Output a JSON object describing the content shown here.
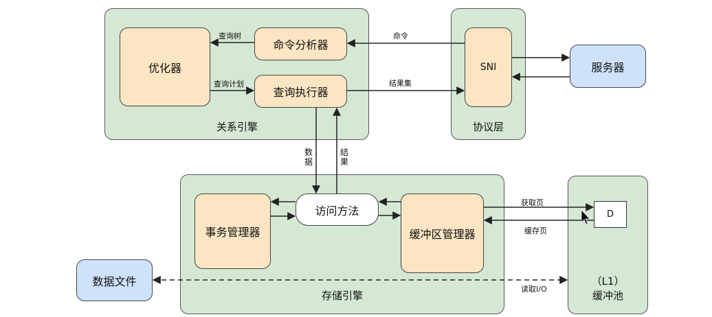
{
  "panels": {
    "relational_engine": "关系引擎",
    "protocol_layer": "协议层",
    "storage_engine": "存储引擎",
    "buffer_pool_id": "（L1）",
    "buffer_pool": "缓冲池"
  },
  "nodes": {
    "optimizer": "优化器",
    "command_parser": "命令分析器",
    "query_executor": "查询执行器",
    "sni": "SNI",
    "server": "服务器",
    "access_methods": "访问方法",
    "transaction_manager": "事务管理器",
    "buffer_manager": "缓冲区管理器",
    "data_file": "数据文件",
    "page_d": "D"
  },
  "edges": {
    "query_tree": "查询树",
    "query_plan": "查询计划",
    "command": "命令",
    "result_set": "结果集",
    "data": "数据",
    "result": "结果",
    "get_page": "获取页",
    "cache_page": "缓存页",
    "read_io": "读取I/O"
  },
  "colors": {
    "panel": "#d5e8d4",
    "node": "#fbe5c3",
    "external": "#cfe2fb",
    "access": "#ffffff"
  }
}
